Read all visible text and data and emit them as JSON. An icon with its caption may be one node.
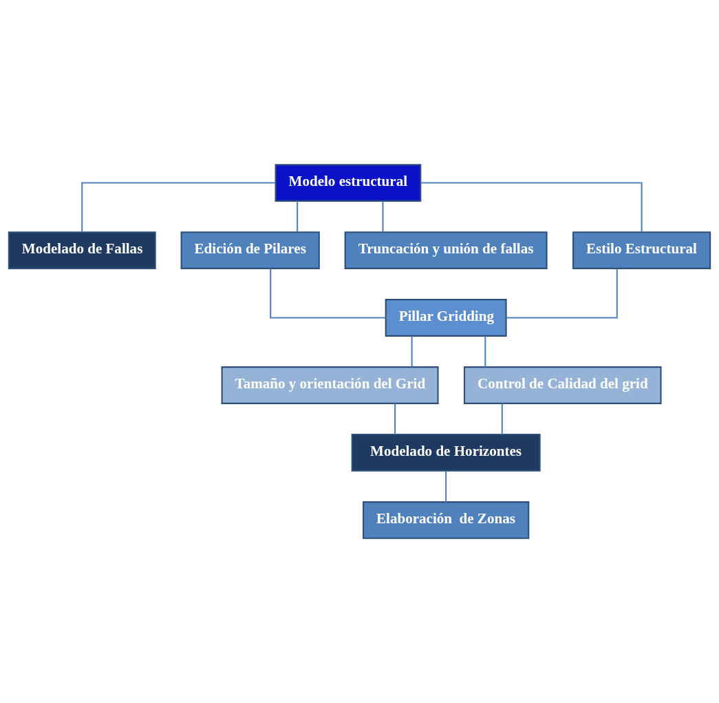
{
  "diagram": {
    "nodes": [
      {
        "text": [
          "Modelo estructural"
        ]
      },
      {
        "text": [
          "Modelado de Fallas"
        ]
      },
      {
        "text": [
          "Edición de Pilares"
        ]
      },
      {
        "text": [
          "Truncación y unión de fallas"
        ]
      },
      {
        "text": [
          "Estilo Estructural"
        ]
      },
      {
        "text": [
          "Pillar Gridding"
        ]
      },
      {
        "text": [
          "Tamaño y orientación del Grid"
        ]
      },
      {
        "text": [
          "Control de Calidad del grid"
        ]
      },
      {
        "text": [
          "Modelado de Horizontes"
        ]
      },
      {
        "text": [
          "Elaboración  de Zonas"
        ]
      }
    ],
    "edges": [
      {
        "from": 0,
        "to": 1,
        "arrow": "none"
      },
      {
        "from": 0,
        "to": 2,
        "arrow": "none"
      },
      {
        "from": 0,
        "to": 3,
        "arrow": "none"
      },
      {
        "from": 0,
        "to": 4,
        "arrow": "none"
      },
      {
        "from": 2,
        "to": 5,
        "arrow": "none"
      },
      {
        "from": 4,
        "to": 5,
        "arrow": "none"
      },
      {
        "from": 5,
        "to": 6,
        "arrow": "none"
      },
      {
        "from": 5,
        "to": 7,
        "arrow": "none"
      },
      {
        "from": 6,
        "to": 8,
        "arrow": "none"
      },
      {
        "from": 7,
        "to": 8,
        "arrow": "none"
      },
      {
        "from": 8,
        "to": 9,
        "arrow": "none"
      }
    ]
  }
}
